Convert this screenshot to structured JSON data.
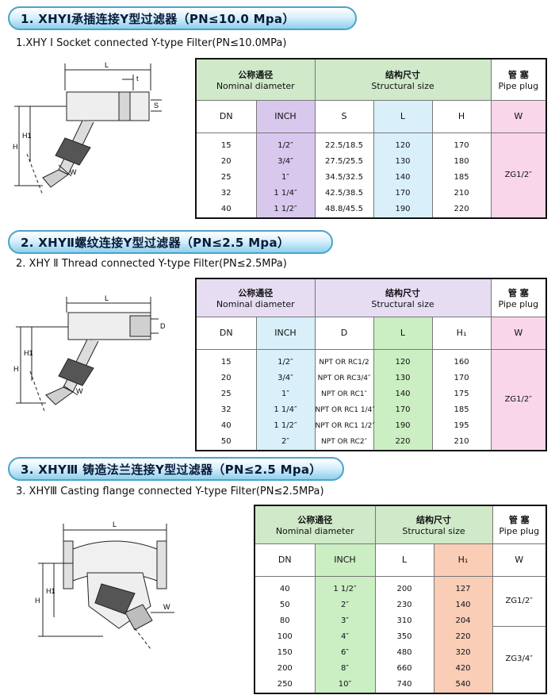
{
  "sections": [
    {
      "title": "1. XHYⅠ承插连接Y型过滤器（PN≤10.0 Mpa）",
      "subtitle": "1.XHY Ⅰ Socket connected Y-type Filter(PN≤10.0MPa)",
      "group_headers": {
        "nominal_cn": "公称通径",
        "nominal_en": "Nominal diameter",
        "structural_cn": "结构尺寸",
        "structural_en": "Structural size",
        "plug_cn": "管 塞",
        "plug_en": "Pipe plug"
      },
      "columns": [
        "DN",
        "INCH",
        "S",
        "L",
        "H",
        "W"
      ],
      "rows": {
        "DN": [
          "15",
          "20",
          "25",
          "32",
          "40"
        ],
        "INCH": [
          "1/2″",
          "3/4″",
          "1″",
          "1 1/4″",
          "1 1/2″"
        ],
        "S": [
          "22.5/18.5",
          "27.5/25.5",
          "34.5/32.5",
          "42.5/38.5",
          "48.8/45.5"
        ],
        "L": [
          "120",
          "130",
          "140",
          "170",
          "190"
        ],
        "H": [
          "170",
          "180",
          "185",
          "210",
          "220"
        ]
      },
      "plug": [
        "ZG1/2″"
      ],
      "diagram_labels": {
        "L": "L",
        "t": "t",
        "S": "S",
        "H": "H",
        "H1": "H1",
        "W": "W"
      },
      "colors": {
        "inch": "#d8c8ee",
        "l": "#d9f0fa",
        "plug": "#f9d6ea",
        "header": "#cfe9c9"
      }
    },
    {
      "title": "2. XHYⅡ螺纹连接Y型过滤器（PN≤2.5 Mpa）",
      "subtitle": "2. XHY Ⅱ Thread connected Y-type Filter(PN≤2.5MPa)",
      "group_headers": {
        "nominal_cn": "公称通径",
        "nominal_en": "Nominal diameter",
        "structural_cn": "结构尺寸",
        "structural_en": "Structural size",
        "plug_cn": "管 塞",
        "plug_en": "Pipe plug"
      },
      "columns": [
        "DN",
        "INCH",
        "D",
        "L",
        "H₁",
        "W"
      ],
      "rows": {
        "DN": [
          "15",
          "20",
          "25",
          "32",
          "40",
          "50"
        ],
        "INCH": [
          "1/2″",
          "3/4″",
          "1″",
          "1 1/4″",
          "1 1/2″",
          "2″"
        ],
        "D": [
          "NPT OR RC1/2",
          "NPT OR RC3/4″",
          "NPT OR RC1″",
          "NPT OR RC1 1/4″",
          "NPT OR RC1 1/2″",
          "NPT OR RC2″"
        ],
        "L": [
          "120",
          "130",
          "140",
          "170",
          "190",
          "220"
        ],
        "H1": [
          "160",
          "170",
          "175",
          "185",
          "195",
          "210"
        ]
      },
      "plug": [
        "ZG1/2″"
      ],
      "diagram_labels": {
        "L": "L",
        "D": "D",
        "H": "H",
        "H1": "H1",
        "W": "W"
      },
      "colors": {
        "inch": "#d9f0fa",
        "l": "#cbeec3",
        "plug": "#f9d6ea",
        "header": "#e6ddf3"
      }
    },
    {
      "title": "3. XHYⅢ 铸造法兰连接Y型过滤器（PN≤2.5 Mpa）",
      "subtitle": "3. XHYⅢ Casting flange connected Y-type Filter(PN≤2.5MPa)",
      "group_headers": {
        "nominal_cn": "公称通径",
        "nominal_en": "Nominal diameter",
        "structural_cn": "结构尺寸",
        "structural_en": "Structural size",
        "plug_cn": "管 塞",
        "plug_en": "Pipe plug"
      },
      "columns": [
        "DN",
        "INCH",
        "L",
        "H₁",
        "W"
      ],
      "rows": {
        "DN": [
          "40",
          "50",
          "80",
          "100",
          "150",
          "200",
          "250"
        ],
        "INCH": [
          "1 1/2″",
          "2″",
          "3″",
          "4″",
          "6″",
          "8″",
          "10″"
        ],
        "L": [
          "200",
          "230",
          "310",
          "350",
          "480",
          "660",
          "740"
        ],
        "H1": [
          "127",
          "140",
          "204",
          "220",
          "320",
          "420",
          "540"
        ]
      },
      "plug": [
        "ZG1/2″",
        "ZG3/4″"
      ],
      "diagram_labels": {
        "L": "L",
        "H": "H",
        "H1": "H1",
        "W": "W"
      },
      "colors": {
        "inch": "#cbeec3",
        "h1": "#f9cdb6",
        "header": "#cbeec3"
      }
    }
  ]
}
